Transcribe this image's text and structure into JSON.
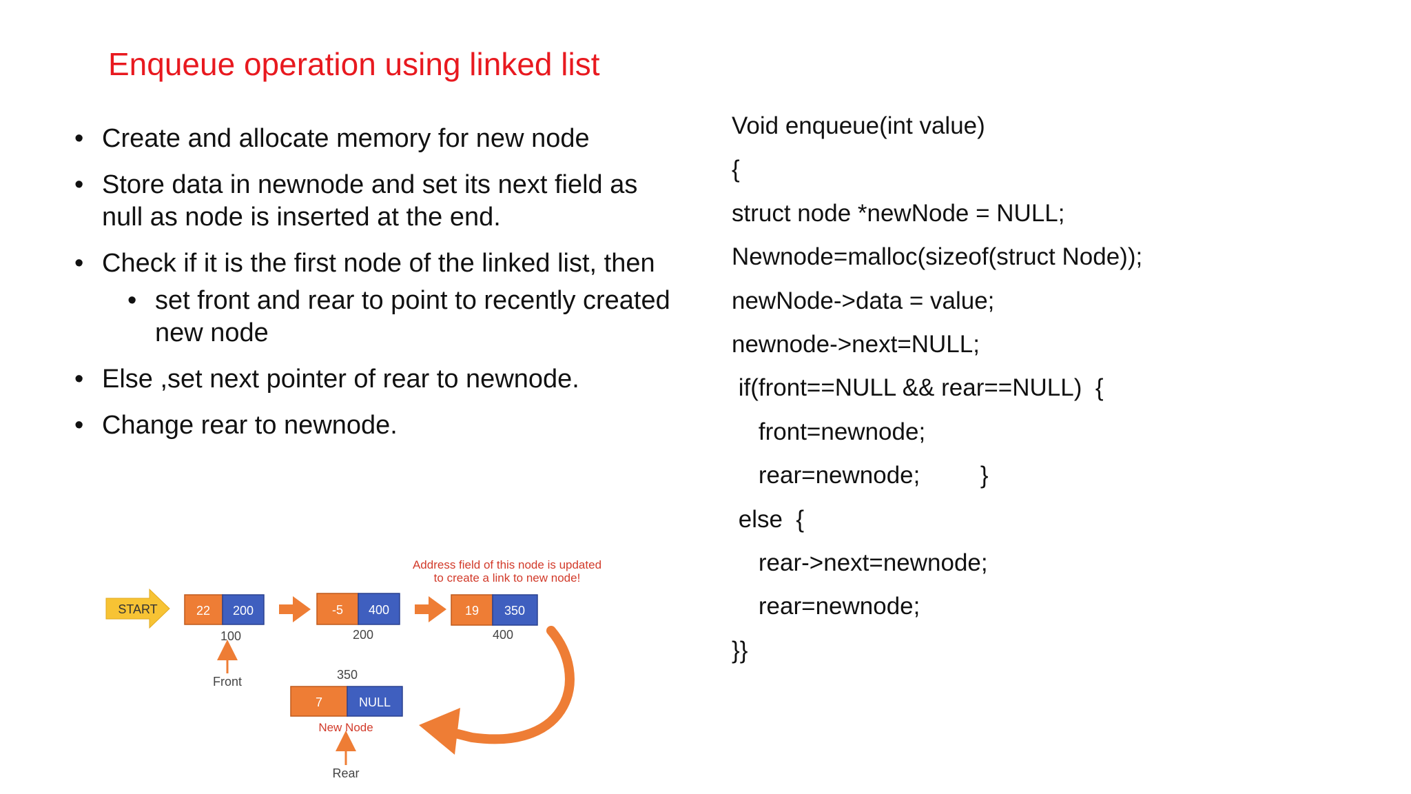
{
  "title": "Enqueue operation using linked list",
  "bullets": [
    "Create and allocate memory for new node",
    "Store data in newnode and set its next field as null as node is inserted at the end.",
    "Check if it is the first  node of the linked list, then",
    "set front and rear to point to recently created new node",
    "Else ,set next pointer of rear to newnode.",
    "Change rear to newnode."
  ],
  "code": [
    "Void enqueue(int value)",
    "{",
    "struct node *newNode = NULL;",
    "Newnode=malloc(sizeof(struct Node));",
    "newNode->data = value;",
    "newnode->next=NULL;",
    " if(front==NULL && rear==NULL)  {",
    "    front=newnode;",
    "    rear=newnode;         }",
    " else  {",
    "    rear->next=newnode;",
    "    rear=newnode;",
    "}}"
  ],
  "diagram": {
    "annotation_line1": "Address field of this node is updated",
    "annotation_line2": "to create a link to new node!",
    "start_label": "START",
    "nodes": [
      {
        "data": "22",
        "next": "200",
        "address": "100"
      },
      {
        "data": "-5",
        "next": "400",
        "address": "200"
      },
      {
        "data": "19",
        "next": "350",
        "address": "400"
      }
    ],
    "new_node": {
      "data": "7",
      "next": "NULL",
      "address": "350",
      "caption": "New Node"
    },
    "front_label": "Front",
    "rear_label": "Rear",
    "colors": {
      "orange": "#ee7d35",
      "blue": "#3f5fbf",
      "yellow": "#f7c334",
      "red": "#e8191f"
    }
  }
}
